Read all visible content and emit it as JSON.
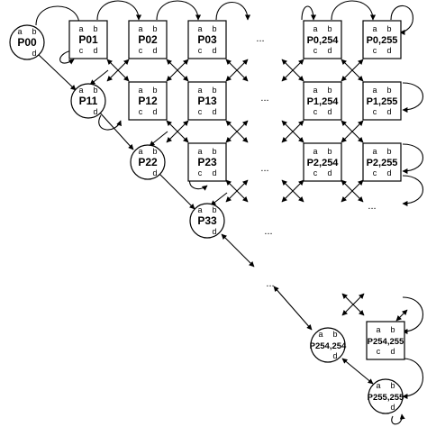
{
  "port_letters": {
    "a": "a",
    "b": "b",
    "c": "c",
    "d": "d"
  },
  "nodes": [
    {
      "id": "p00",
      "label": "P00",
      "shape": "circle"
    },
    {
      "id": "p01",
      "label": "P01",
      "shape": "square"
    },
    {
      "id": "p02",
      "label": "P02",
      "shape": "square"
    },
    {
      "id": "p03",
      "label": "P03",
      "shape": "square"
    },
    {
      "id": "p0_254",
      "label": "P0,254",
      "shape": "square"
    },
    {
      "id": "p0_255",
      "label": "P0,255",
      "shape": "square"
    },
    {
      "id": "p11",
      "label": "P11",
      "shape": "circle"
    },
    {
      "id": "p12",
      "label": "P12",
      "shape": "square"
    },
    {
      "id": "p13",
      "label": "P13",
      "shape": "square"
    },
    {
      "id": "p1_254",
      "label": "P1,254",
      "shape": "square"
    },
    {
      "id": "p1_255",
      "label": "P1,255",
      "shape": "square"
    },
    {
      "id": "p22",
      "label": "P22",
      "shape": "circle"
    },
    {
      "id": "p23",
      "label": "P23",
      "shape": "square"
    },
    {
      "id": "p2_254",
      "label": "P2,254",
      "shape": "square"
    },
    {
      "id": "p2_255",
      "label": "P2,255",
      "shape": "square"
    },
    {
      "id": "p33",
      "label": "P33",
      "shape": "circle"
    },
    {
      "id": "p254_254",
      "label": "P254,254",
      "shape": "circle"
    },
    {
      "id": "p254_255",
      "label": "P254,255",
      "shape": "square"
    },
    {
      "id": "p255_255",
      "label": "P255,255",
      "shape": "circle"
    }
  ],
  "ellipsis": "..."
}
